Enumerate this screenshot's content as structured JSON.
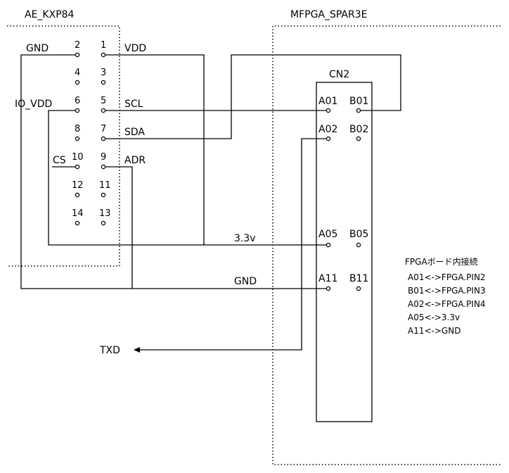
{
  "sensor_module": {
    "title": "AE_KXP84"
  },
  "fpga_board": {
    "title": "MFPGA_SPAR3E",
    "connector": "CN2"
  },
  "sensor_pins": {
    "p1": "1",
    "p2": "2",
    "p3": "3",
    "p4": "4",
    "p5": "5",
    "p6": "6",
    "p7": "7",
    "p8": "8",
    "p9": "9",
    "p10": "10",
    "p11": "11",
    "p12": "12",
    "p13": "13",
    "p14": "14"
  },
  "sensor_labels": {
    "gnd": "GND",
    "vdd": "VDD",
    "io_vdd": "IO_VDD",
    "scl": "SCL",
    "sda": "SDA",
    "cs": "CS",
    "adr": "ADR"
  },
  "connector_pins": {
    "a01": "A01",
    "b01": "B01",
    "a02": "A02",
    "b02": "B02",
    "a05": "A05",
    "b05": "B05",
    "a11": "A11",
    "b11": "B11"
  },
  "net_labels": {
    "v33": "3.3v",
    "gnd": "GND",
    "txd": "TXD"
  },
  "notes": {
    "title": "FPGAボード内接続",
    "lines": [
      "A01<->FPGA.PIN2",
      "B01<->FPGA.PIN3",
      "A02<->FPGA.PIN4",
      "A05<->3.3v",
      "A11<->GND"
    ]
  }
}
